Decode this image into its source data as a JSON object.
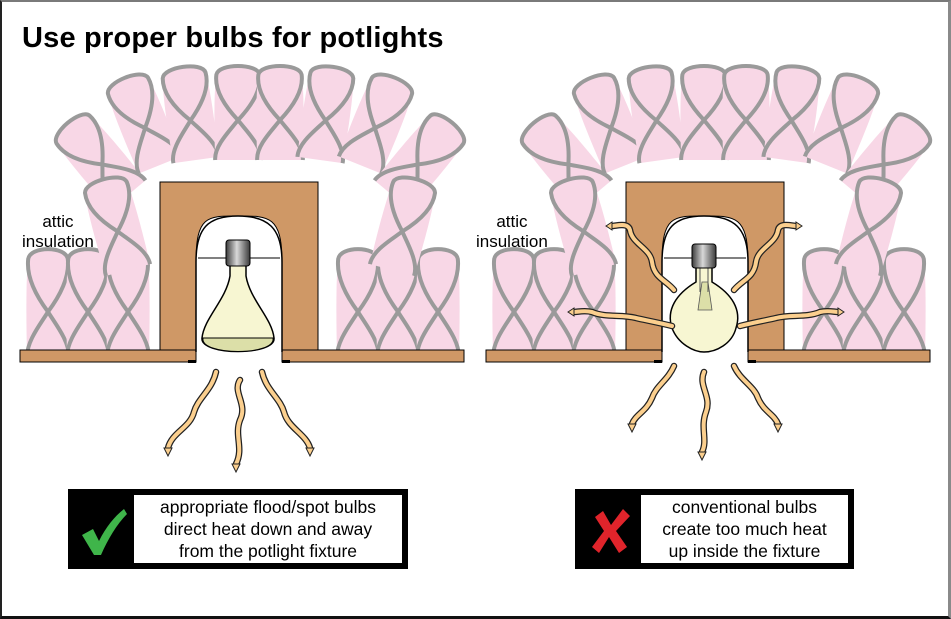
{
  "title": "Use proper bulbs for potlights",
  "panels": [
    {
      "id": "good",
      "label_line1": "attic",
      "label_line2": "insulation",
      "bulb_type": "flood/spot reflector bulb",
      "callout": {
        "icon": "check-icon",
        "icon_color": "#3fb54a",
        "lines": [
          "appropriate flood/spot bulbs",
          "direct heat down and away",
          "from the potlight fixture"
        ]
      }
    },
    {
      "id": "bad",
      "label_line1": "attic",
      "label_line2": "insulation",
      "bulb_type": "conventional incandescent bulb",
      "callout": {
        "icon": "x-icon",
        "icon_color": "#e0242b",
        "lines": [
          "conventional bulbs",
          "create too much heat",
          "up inside the fixture"
        ]
      }
    }
  ],
  "colors": {
    "insulation_fill": "#f8d7e6",
    "insulation_stroke": "#9a9a9a",
    "wood": "#cf9866",
    "bulb_glass": "#f7f6d2",
    "bulb_reflector_bottom": "#dcdfa8",
    "heat_arrow": "#fbcf8e"
  }
}
